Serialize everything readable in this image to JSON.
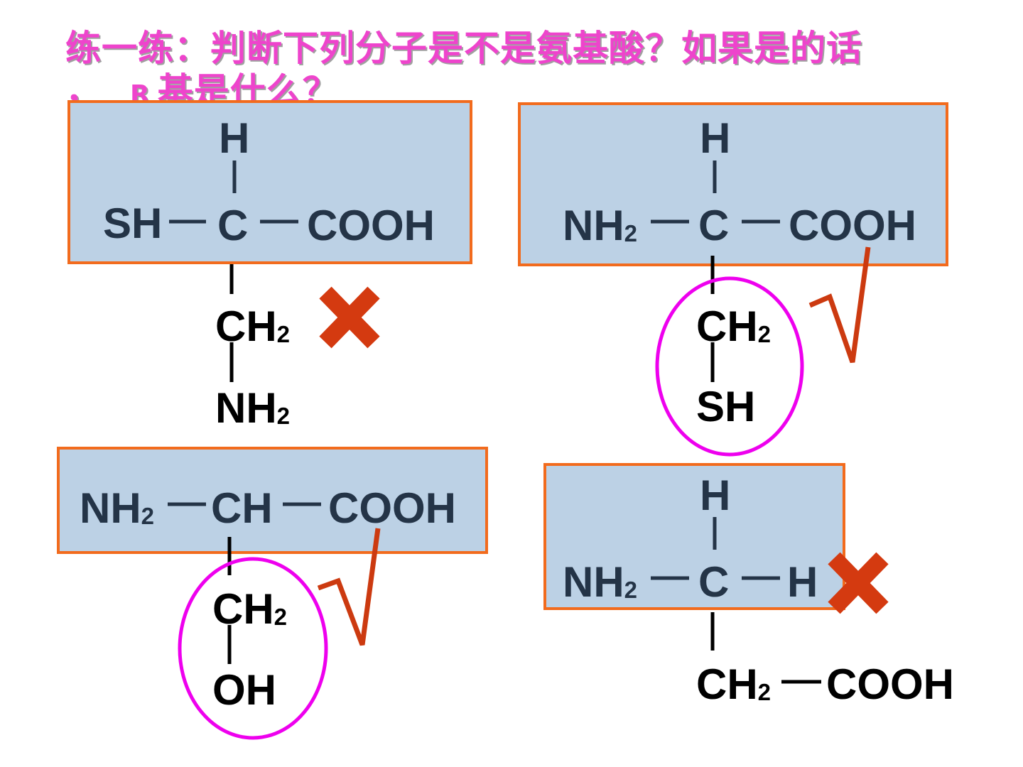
{
  "title": {
    "line1": "练一练：判断下列分子是不是氨基酸？如果是的话",
    "line2_prefix": "，",
    "line2_r": "R",
    "line2_rest": "基是什么？"
  },
  "atoms": {
    "H": "H",
    "C": "C",
    "CH": "CH",
    "SH": "SH",
    "NH": "NH",
    "CH_base": "CH",
    "sub2": "2",
    "COOH": "COOH",
    "OH": "OH"
  },
  "marks": {
    "cross": "✖",
    "check": "√"
  },
  "colors": {
    "box_fill": "#bcd1e5",
    "box_border": "#f26b1d",
    "title": "#ee44cc",
    "circle": "#ee00ee",
    "check": "#cc3a10",
    "cross": "#d43a10",
    "formula_in_box": "#243447",
    "formula_outside": "#000000"
  }
}
